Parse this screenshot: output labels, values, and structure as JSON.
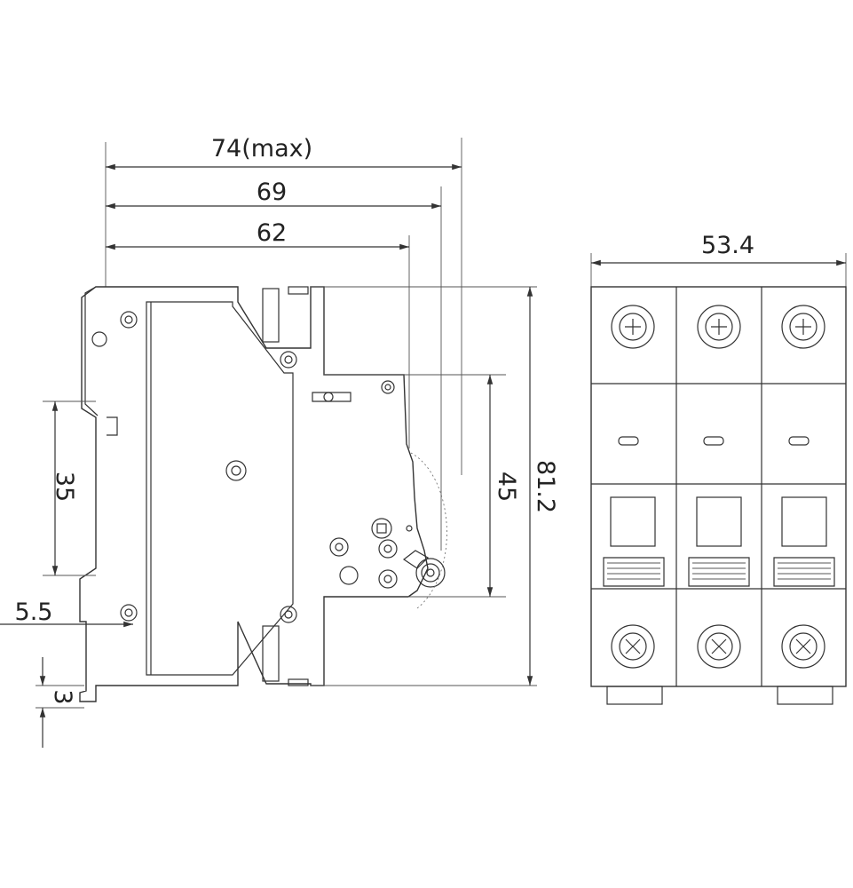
{
  "side_view": {
    "dimensions": {
      "overall_depth": "74(max)",
      "depth_69": "69",
      "depth_62": "62",
      "height": "81.2",
      "handle_height": "45",
      "rail_width": "35",
      "rail_offset": "5.5",
      "rail_thickness": "3"
    }
  },
  "front_view": {
    "dimensions": {
      "width": "53.4"
    },
    "poles": 3
  }
}
